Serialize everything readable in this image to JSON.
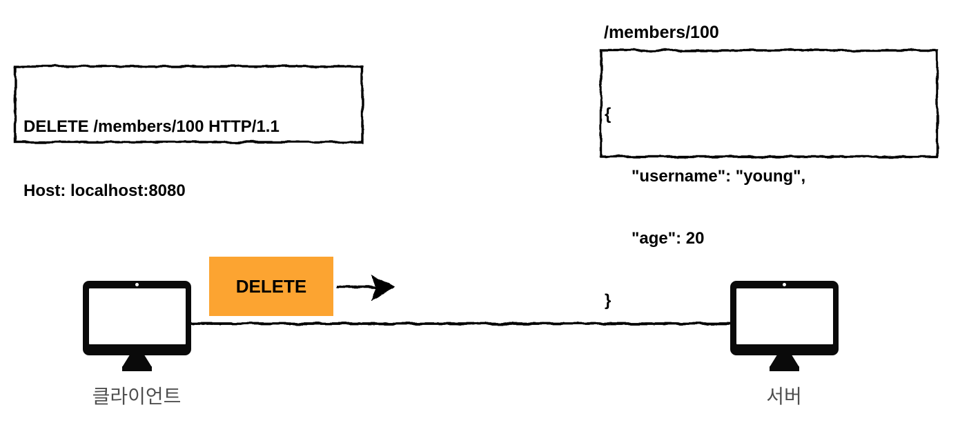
{
  "request_box": {
    "line1": "DELETE /members/100 HTTP/1.1",
    "line2": "Host: localhost:8080"
  },
  "resource": {
    "path_label": "/members/100",
    "body_lines": [
      "{",
      "\"username\": \"young\",",
      "\"age\": 20",
      "}"
    ]
  },
  "message_box": {
    "label": "DELETE"
  },
  "client": {
    "label": "클라이언트"
  },
  "server": {
    "label": "서버"
  },
  "colors": {
    "message_fill": "#FCA431",
    "node_label": "#4F4F4F",
    "ink": "#000000"
  }
}
